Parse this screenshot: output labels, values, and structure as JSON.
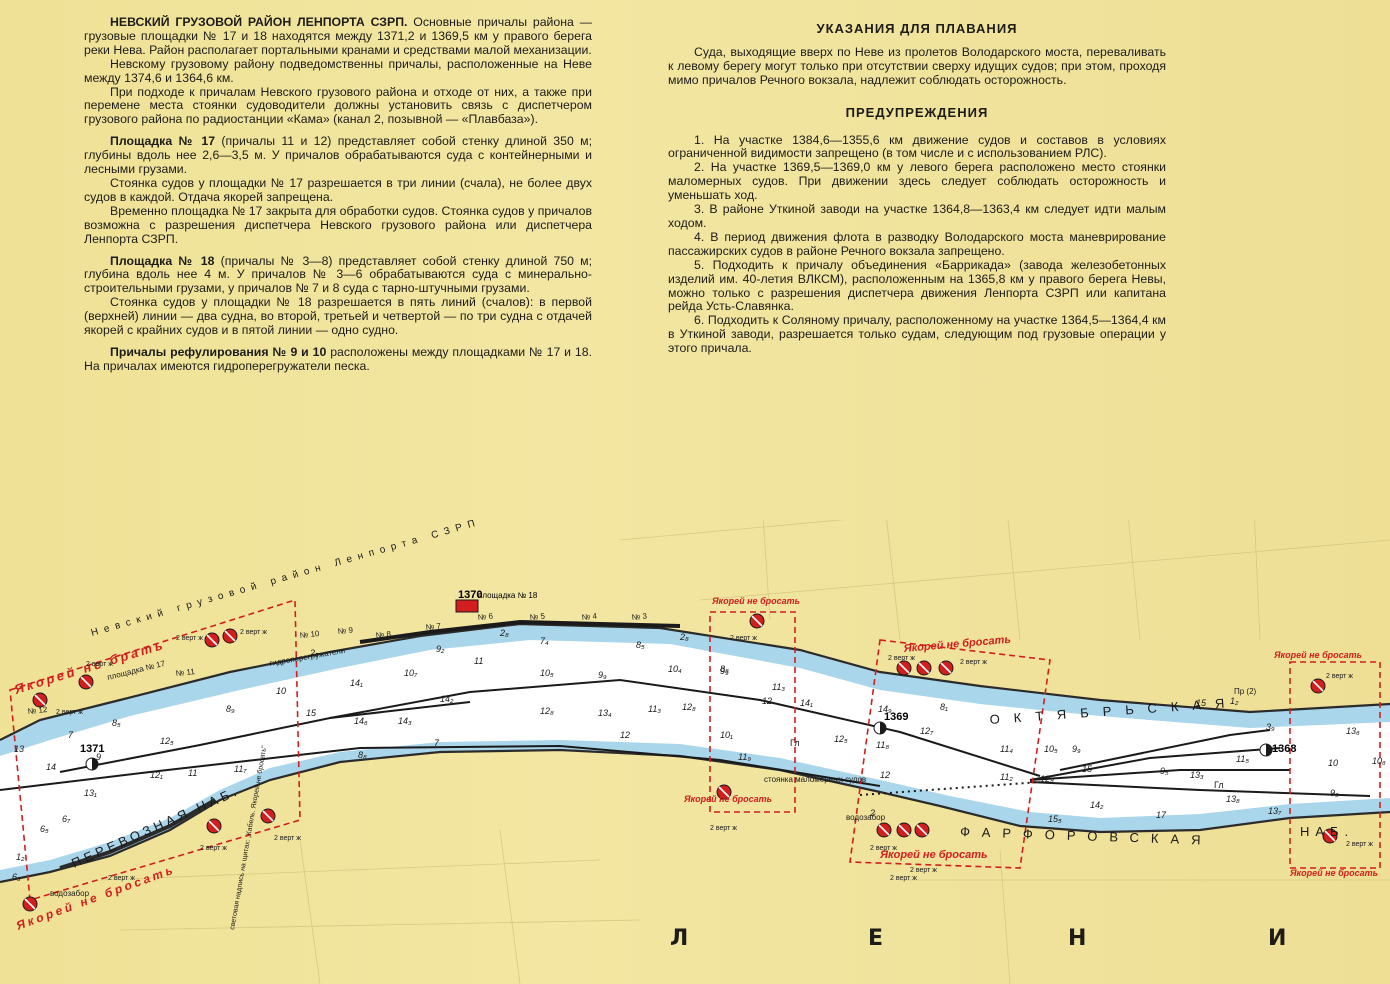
{
  "left_column": {
    "p1_title": "НЕВСКИЙ ГРУЗОВОЙ РАЙОН ЛЕНПОРТА СЗРП.",
    "p1_text": "Основные причалы района — грузовые площадки № 17 и 18 находятся между 1371,2 и 1369,5 км у правого берега реки Нева. Район располагает портальными кранами и средствами малой механизации.",
    "p2": "Невскому грузовому району подведомственны причалы, расположенные на Неве между 1374,6 и 1364,6 км.",
    "p3": "При подходе к причалам Невского грузового района и отходе от них, а также при перемене места стоянки судоводители должны установить связь с диспетчером грузового района по радиостанции «Кама» (канал 2, позывной — «Плавбаза»).",
    "p4_title": "Площадка № 17",
    "p4_text": "(причалы 11 и 12) представляет собой стенку длиной 350 м; глубины вдоль нее 2,6—3,5 м. У причалов обрабатываются суда с контейнерными и лесными грузами.",
    "p5": "Стоянка судов у площадки № 17 разрешается в три линии (счала), не более двух судов в каждой. Отдача якорей запрещена.",
    "p6": "Временно площадка № 17 закрыта для обработки судов. Стоянка судов у причалов возможна с разрешения диспетчера Невского грузового района или диспетчера Ленпорта СЗРП.",
    "p7_title": "Площадка № 18",
    "p7_text": "(причалы № 3—8) представляет собой стенку длиной 750 м; глубина вдоль нее 4 м. У причалов № 3—6 обрабатываются суда с минерально-строительными грузами, у причалов № 7 и 8 суда с тарно-штучными грузами.",
    "p8": "Стоянка судов у площадки № 18 разрешается в пять линий (счалов): в первой (верхней) линии — два судна, во второй, третьей и четвертой — по три судна с отдачей якорей с крайних судов и в пятой линии — одно судно.",
    "p9_title": "Причалы рефулирования № 9 и 10",
    "p9_text": "расположены между площадками № 17 и 18. На причалах имеются гидроперегружатели песка."
  },
  "right_column": {
    "heading1": "УКАЗАНИЯ ДЛЯ ПЛАВАНИЯ",
    "nav_text": "Суда, выходящие вверх по Неве из пролетов Володарского моста, переваливать к левому берегу могут только при отсутствии сверху идущих судов; при этом, проходя мимо причалов Речного вокзала, надлежит соблюдать осторожность.",
    "heading2": "ПРЕДУПРЕЖДЕНИЯ",
    "w1": "1. На участке 1384,6—1355,6 км движение судов и составов в условиях ограниченной видимости запрещено (в том числе и с использованием РЛС).",
    "w2": "2. На участке 1369,5—1369,0 км у левого берега расположено место стоянки маломерных судов. При движении здесь следует соблюдать осторожность и уменьшать ход.",
    "w3": "3. В районе Уткиной заводи на участке 1364,8—1363,4 км следует идти малым ходом.",
    "w4": "4. В период движения флота в разводку Володарского моста маневрирование пассажирских судов в районе Речного вокзала запрещено.",
    "w5": "5. Подходить к причалу объединения «Баррикада» (завода железобетонных изделий им. 40-летия ВЛКСМ), расположенным на 1365,8 км у правого берега Невы, можно только с разрешения диспетчера движения Ленпорта СЗРП или капитана рейда Усть-Славянка.",
    "w6": "6. Подходить к Соляному причалу, расположенному на участке 1364,5—1364,4 км в Уткиной заводи, разрешается только судам, следующим под грузовые операции у этого причала."
  },
  "map": {
    "district_label": "Невский грузовой район Ленпорта СЗРП",
    "ploshchadka17": "площадка № 17",
    "ploshchadka18": "площадка № 18",
    "km1370": "1370",
    "km1371": "1371",
    "km1369": "1369",
    "km1368": "1368",
    "berths": [
      "№ 12",
      "№ 11",
      "№ 10",
      "№ 9",
      "№ 8",
      "№ 7",
      "№ 6",
      "№ 5",
      "№ 4",
      "№ 3"
    ],
    "gidro": "гидроперегружатели",
    "no_anchor_a": "Якорей не брать",
    "no_anchor_b": "Якорей не бросать",
    "two_verst": "2 верт ж",
    "stoyanka": "стоянка маломерных судов",
    "vodozabor": "водозабор",
    "perevoznaya": "ПЕРЕВОЗНАЯ НАБ.",
    "oktyabrskaya": "ОКТЯБРЬСКАЯ",
    "farforovskaya": "ФАРФОРОВСКАЯ",
    "nab": "НАБ.",
    "gl": "Гл",
    "pr2": "Пр (2)",
    "svetovaya": "световая надпись на щитах: „Кабель. Якорей не бросать\"",
    "city_letters": [
      "Л",
      "Е",
      "Н",
      "И"
    ],
    "depths": [
      "13",
      "14",
      "7",
      "9",
      "8₅",
      "12₅",
      "12₁",
      "11",
      "11₇",
      "13₁",
      "8₉",
      "6₇",
      "10",
      "15",
      "14₁",
      "10₇",
      "14₆",
      "14₃",
      "14₂",
      "9₂",
      "11",
      "7",
      "10₅",
      "9₉",
      "12₈",
      "13₄",
      "11₃",
      "12",
      "7₄",
      "8₅",
      "10₄",
      "9₉",
      "12₈",
      "10₁",
      "8₈",
      "12",
      "11₃",
      "14₁",
      "12₅",
      "11₈",
      "12₇",
      "8₁",
      "11₄",
      "10₅",
      "9₉",
      "11₂",
      "12₈",
      "15",
      "14₂",
      "17",
      "15₅",
      "9₅",
      "11₅",
      "13₃",
      "13₈",
      "13₇",
      "10",
      "13₆",
      "10₆",
      "15",
      "12",
      "11₉",
      "8₈",
      "6₅",
      "2₅",
      "2₈",
      "2₈",
      "2",
      "3₉",
      "14₉",
      "9₆",
      "1₂",
      "6₃",
      "1₂",
      "8₃",
      "2₃"
    ],
    "colors": {
      "water": "#ffffff",
      "shallow": "#a9d6ea",
      "bank": "#2b2b2b",
      "danger": "#d21e1e",
      "paper": "#efe39a"
    }
  }
}
